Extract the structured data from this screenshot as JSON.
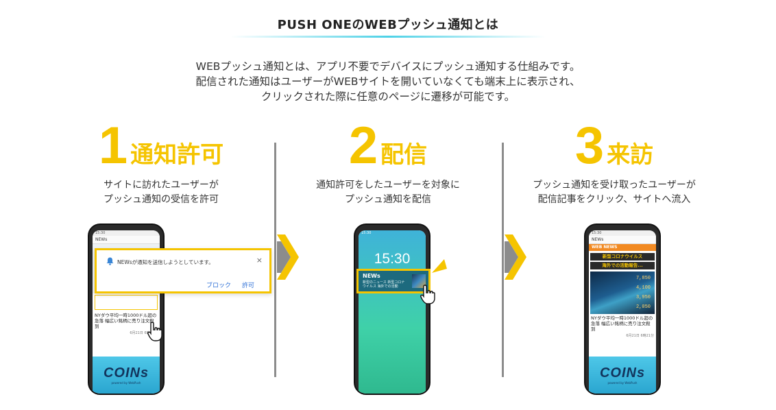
{
  "header": {
    "title": "PUSH ONEのWEBプッシュ通知とは",
    "intro": [
      "WEBプッシュ通知とは、アプリ不要でデバイスにプッシュ通知する仕組みです。",
      "配信された通知はユーザーがWEBサイトを開いていなくても端末上に表示され、",
      "クリックされた際に任意のページに遷移が可能です。"
    ]
  },
  "steps": [
    {
      "number": "1",
      "label": "通知許可",
      "desc": [
        "サイトに訪れたユーザーが",
        "プッシュ通知の受信を許可"
      ]
    },
    {
      "number": "2",
      "label": "配信",
      "desc": [
        "通知許可をしたユーザーを対象に",
        "プッシュ通知を配信"
      ]
    },
    {
      "number": "3",
      "label": "来訪",
      "desc": [
        "プッシュ通知を受け取ったユーザーが",
        "配信記事をクリック、サイトへ流入"
      ]
    }
  ],
  "phone1": {
    "status_time": "15:30",
    "app_name": "NEWs",
    "popup_message": "NEWsが通知を送信しようとしています。",
    "block_label": "ブロック",
    "allow_label": "許可",
    "close_glyph": "×",
    "news_text": "NYダウ平均一時1000ドル超の急落 幅広い銘柄に売り注文殺到",
    "news_date": "6月21日 6時21分",
    "banner_text": "COINs",
    "banner_sub": "powered by WebPush"
  },
  "phone2": {
    "status_time": "15:30",
    "clock": "15:30",
    "notif_title": "NEWs",
    "notif_sub": "新型のニュース 新型コロナウイルス 海外での活動"
  },
  "phone3": {
    "status_time": "15:30",
    "app_name": "NEWs",
    "webnews_label": "WEB NEWS",
    "headline1": "新型コロナウイルス",
    "headline2": "海外での活動報告...",
    "ticker": [
      "7,850",
      "4,100",
      "3,950",
      "2,050"
    ],
    "news_text": "NYダウ平均一時1000ドル超の急落 幅広い銘柄に売り注文殺到",
    "news_date": "6月21日 6時21分",
    "banner_text": "COINs",
    "banner_sub": "powered by WebPush"
  },
  "colors": {
    "accent": "#f5c400",
    "divider": "#8c8c8c",
    "link_blue": "#2d6fd6"
  }
}
